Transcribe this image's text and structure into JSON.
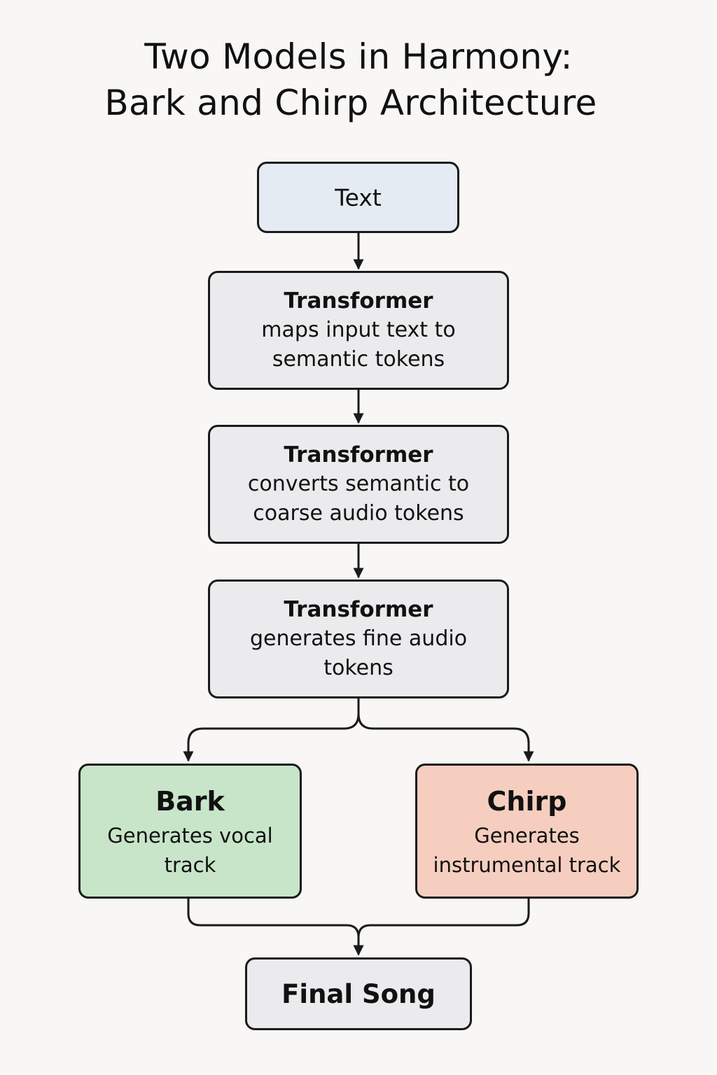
{
  "title": {
    "line1": "Two Models in Harmony:",
    "line2": "Bark and Chirp Architecture"
  },
  "nodes": {
    "text": {
      "label": "Text"
    },
    "stage1": {
      "name": "Transformer",
      "description": "maps input text to semantic tokens"
    },
    "stage2": {
      "name": "Transformer",
      "description": "converts semantic to coarse audio tokens"
    },
    "stage3": {
      "name": "Transformer",
      "description": "generates fine audio tokens"
    },
    "bark": {
      "name": "Bark",
      "description": "Generates vocal track"
    },
    "chirp": {
      "name": "Chirp",
      "description": "Generates instrumental track"
    },
    "final": {
      "label": "Final Song"
    }
  },
  "colors": {
    "background": "#f8f7f5",
    "text_node": "#e4ebf3",
    "transformer_node": "#ebebed",
    "bark_node": "#c8e5ca",
    "chirp_node": "#f6cebf",
    "final_node": "#ebebed",
    "stroke": "#1a1a1a"
  }
}
